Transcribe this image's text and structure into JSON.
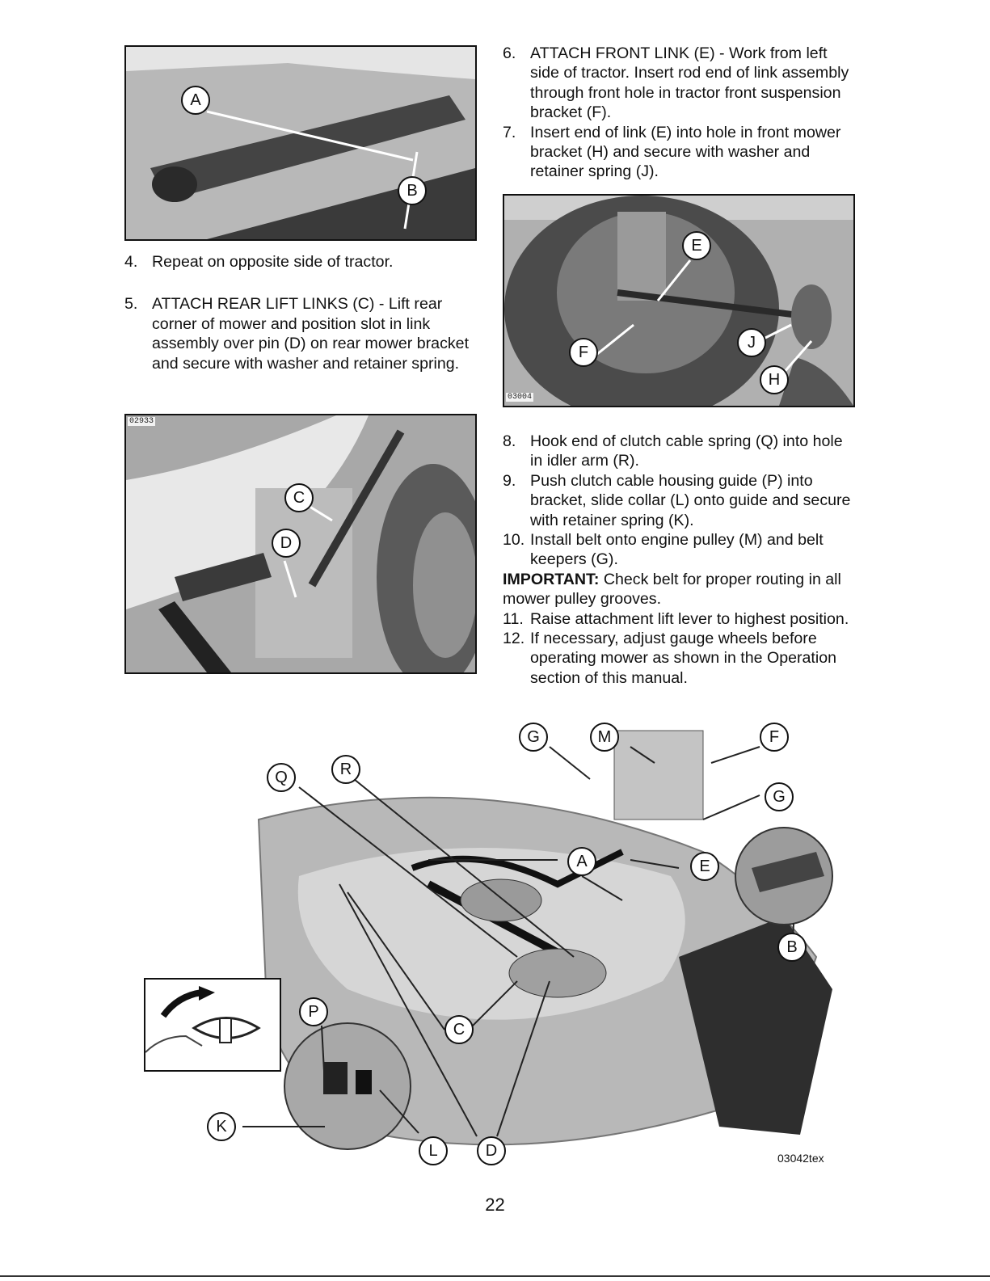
{
  "steps_left": {
    "step4": {
      "num": "4.",
      "text": "Repeat on opposite side of tractor."
    },
    "step5": {
      "num": "5.",
      "text": "ATTACH REAR LIFT LINKS (C) - Lift rear corner of mower and position slot in link assembly over pin (D) on rear mower bracket and secure with washer and retainer spring."
    }
  },
  "steps_right_top": {
    "step6": {
      "num": "6.",
      "text": "ATTACH FRONT LINK (E) - Work from left side of tractor. Insert rod end of link assembly through front hole in tractor front suspension bracket (F)."
    },
    "step7": {
      "num": "7.",
      "text": "Insert end of link (E) into hole in front mower bracket (H) and secure with washer and retainer spring (J)."
    }
  },
  "steps_right_bottom": {
    "step8": {
      "num": "8.",
      "text": "Hook end of clutch cable spring (Q) into hole in idler arm (R)."
    },
    "step9": {
      "num": "9.",
      "text": "Push clutch cable housing guide (P) into bracket, slide collar (L) onto guide and secure with retainer spring (K)."
    },
    "step10": {
      "num": "10.",
      "text": "Install belt onto engine pulley (M) and belt keepers (G)."
    },
    "important": {
      "label": "IMPORTANT:",
      "text": "Check belt for proper routing in all mower pulley grooves."
    },
    "step11": {
      "num": "11.",
      "text": "Raise attachment lift lever to highest position."
    },
    "step12": {
      "num": "12.",
      "text": "If necessary, adjust gauge wheels before operating mower as shown in the Operation section of this manual."
    }
  },
  "figures": {
    "fig1": {
      "callouts": [
        "A",
        "B"
      ]
    },
    "fig2": {
      "id": "02933",
      "callouts": [
        "C",
        "D"
      ]
    },
    "fig3": {
      "id": "03004",
      "callouts": [
        "E",
        "F",
        "J",
        "H"
      ]
    },
    "fig4": {
      "id": "03042tex",
      "callouts": [
        "G",
        "M",
        "F",
        "Q",
        "R",
        "G",
        "A",
        "E",
        "B",
        "P",
        "C",
        "K",
        "L",
        "D"
      ]
    }
  },
  "page_number": "22"
}
